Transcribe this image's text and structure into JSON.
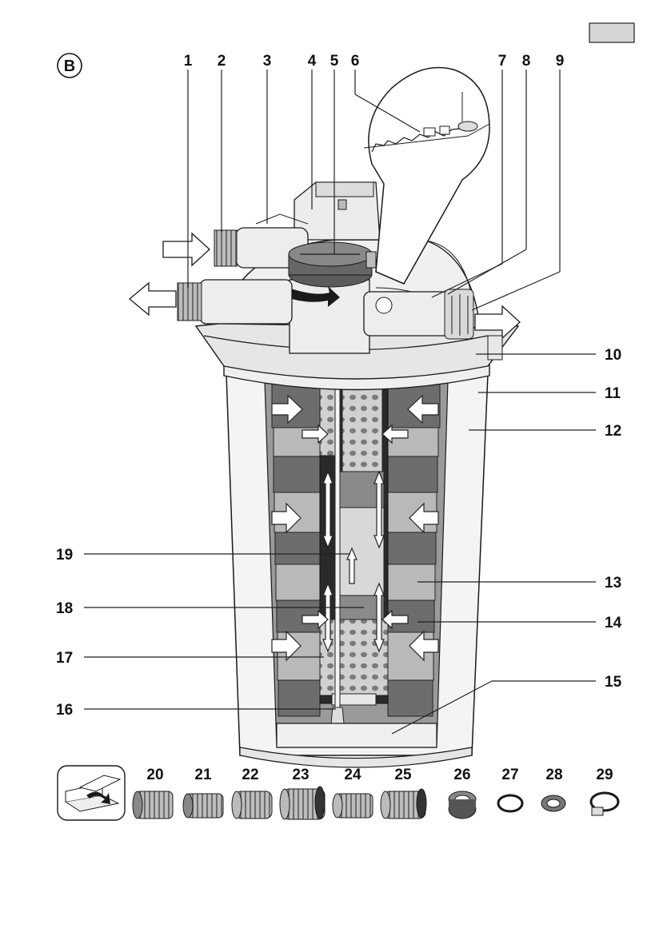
{
  "figure": {
    "letter": "B",
    "tab_text": ""
  },
  "callouts": {
    "top": [
      "1",
      "2",
      "3",
      "4",
      "5",
      "6",
      "7",
      "8",
      "9"
    ],
    "right": [
      "10",
      "11",
      "12",
      "13",
      "14",
      "15"
    ],
    "left": [
      "19",
      "18",
      "17",
      "16"
    ]
  },
  "accessories": {
    "labels": [
      "20",
      "21",
      "22",
      "23",
      "24",
      "25",
      "26",
      "27",
      "28",
      "29"
    ],
    "icon": "box-open-arrow-icon"
  },
  "colors": {
    "dark_media": "#6d6d6d",
    "light_media": "#b9b9b9",
    "tube_dark": "#2a2a2a",
    "housing": "#f2f2f2",
    "outline": "#1a1a1a",
    "tab_gray": "#d6d6d6"
  }
}
